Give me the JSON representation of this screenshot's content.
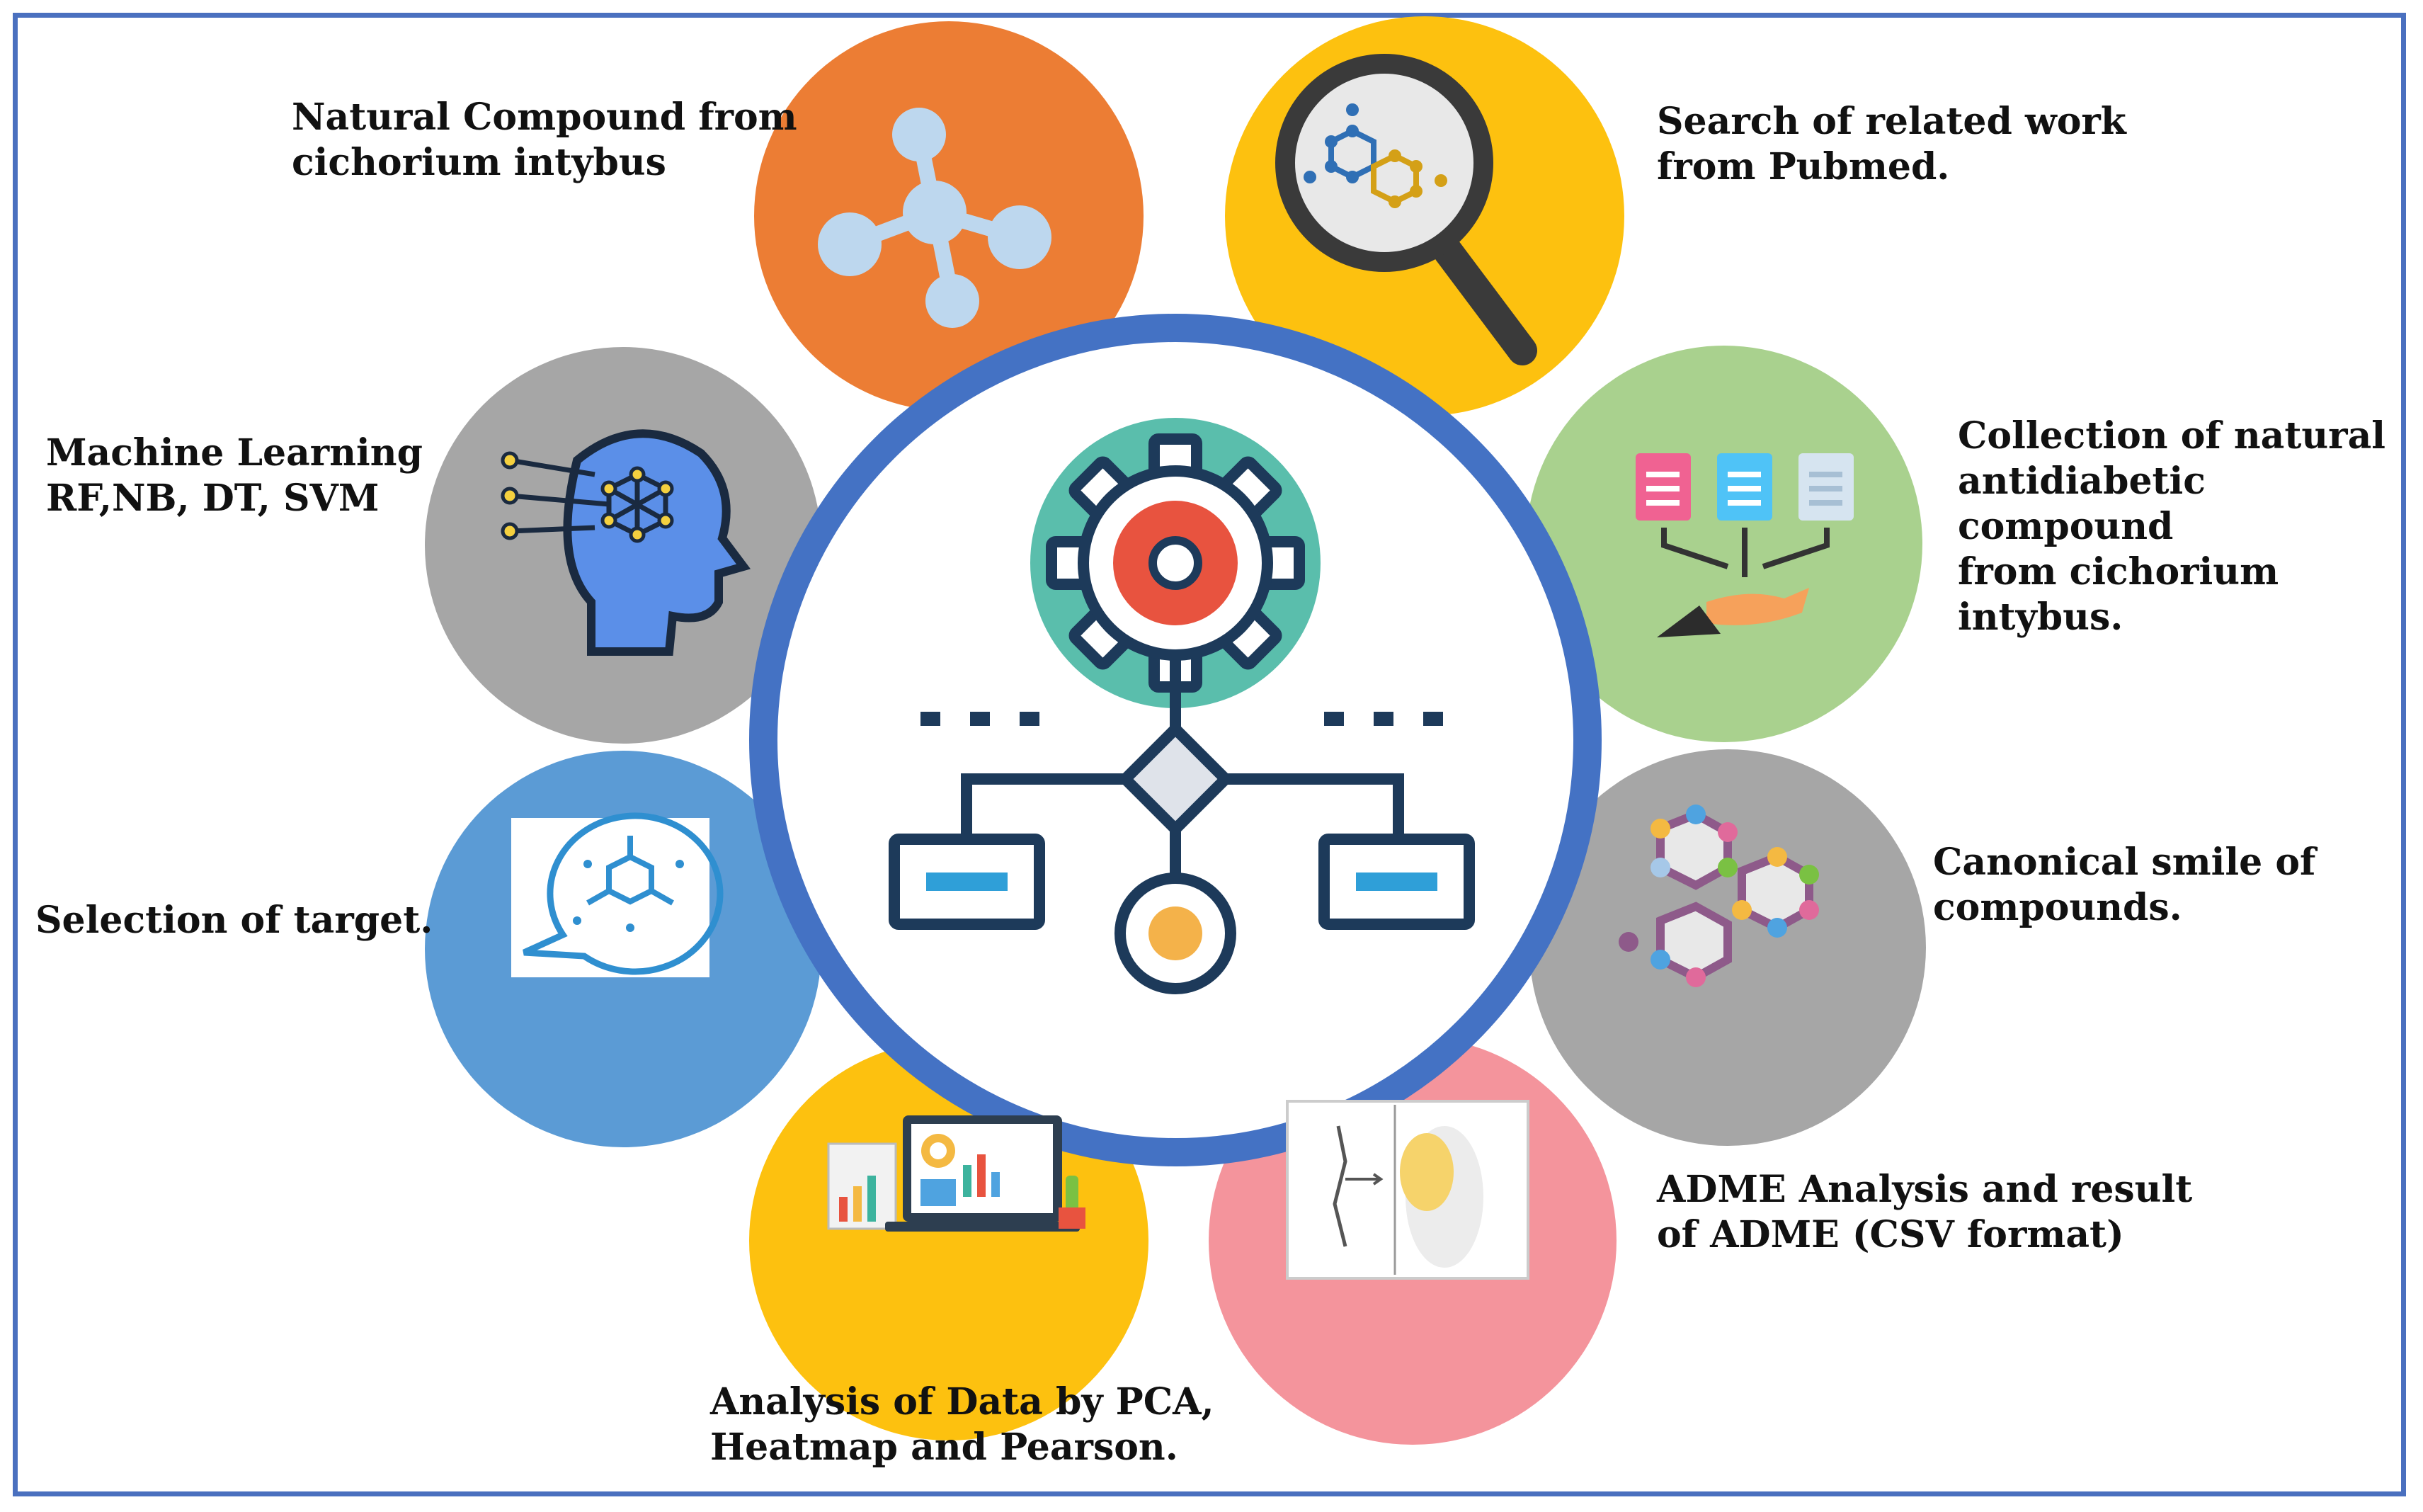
{
  "steps": {
    "natural_compound": {
      "label": "Natural  Compound from\ncichorium intybus",
      "color": "#ec7d34",
      "icon": "molecule-icon"
    },
    "pubmed_search": {
      "label": "Search of related work\nfrom Pubmed.",
      "color": "#fdc10f",
      "icon": "magnifier-molecule-icon"
    },
    "collection": {
      "label": "Collection of natural\nantidiabetic compound\nfrom cichorium intybus.",
      "color": "#a9d18e",
      "icon": "documents-hand-icon"
    },
    "canonical_smile": {
      "label": "Canonical smile of\ncompounds.",
      "color": "#a6a6a6",
      "icon": "hexagon-network-icon"
    },
    "adme": {
      "label": "ADME Analysis and result\nof ADME (CSV format)",
      "color": "#f4949c",
      "icon": "adme-plot-icon"
    },
    "data_analysis": {
      "label": "Analysis of Data by PCA,\nHeatmap and Pearson.",
      "color": "#fdc10f",
      "icon": "laptop-charts-icon"
    },
    "target_selection": {
      "label": "Selection of target.",
      "color": "#5b9bd5",
      "icon": "molecule-speech-bubble-icon"
    },
    "machine_learning": {
      "label": "Machine Learning\nRF,NB, DT, SVM",
      "color": "#a6a6a6",
      "icon": "brain-head-icon"
    }
  },
  "center": {
    "ring_color": "#4472c4",
    "icon": "gear-workflow-icon"
  },
  "frame_color": "#4a70bf"
}
